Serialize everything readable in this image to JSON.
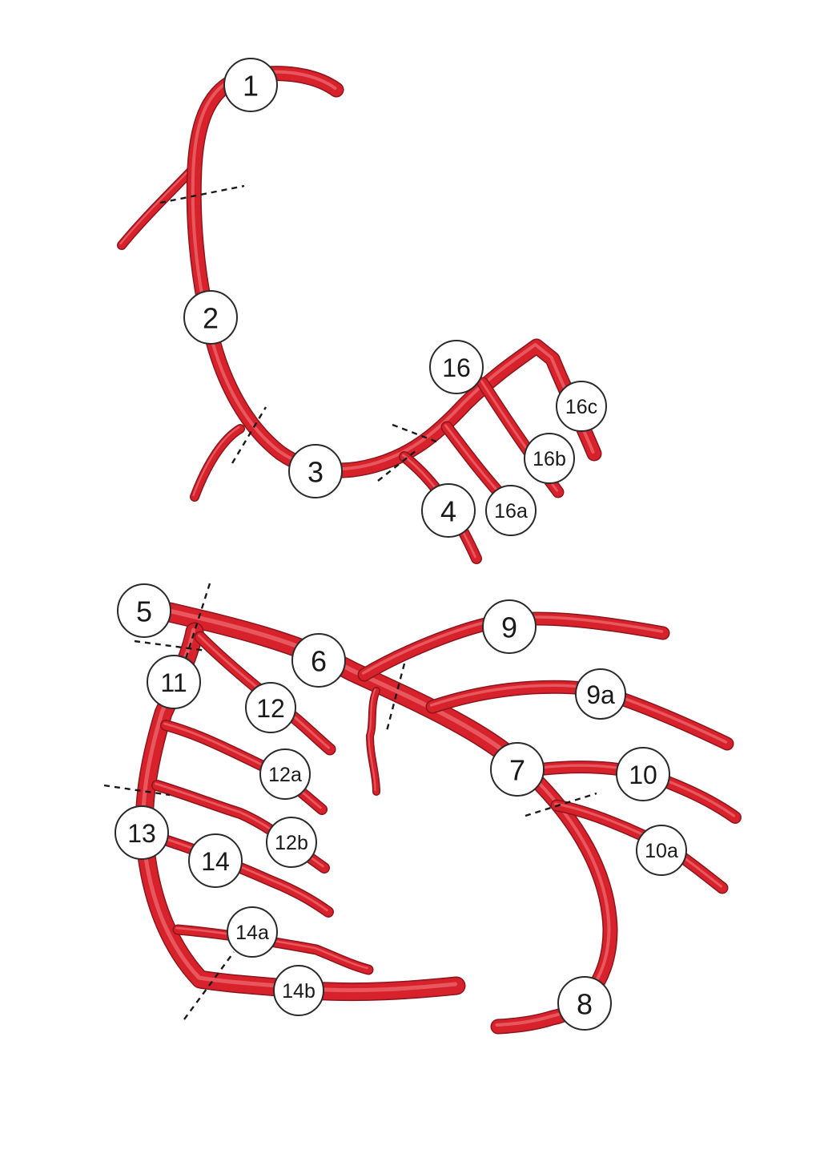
{
  "colors": {
    "vessel": "#d7222c",
    "vessel_outline": "#8e141c",
    "vessel_highlight": "#ee6a6f",
    "cut_line": "#1a1a1a",
    "marker_fill": "#ffffff",
    "marker_stroke": "#2a2a2a"
  },
  "right_coronary_artery": {
    "segments": [
      "1",
      "2",
      "3",
      "4",
      "16",
      "16a",
      "16b",
      "16c"
    ]
  },
  "left_coronary_artery": {
    "segments": [
      "5",
      "6",
      "7",
      "8",
      "9",
      "9a",
      "10",
      "10a",
      "11",
      "12",
      "12a",
      "12b",
      "13",
      "14",
      "14a",
      "14b"
    ]
  }
}
